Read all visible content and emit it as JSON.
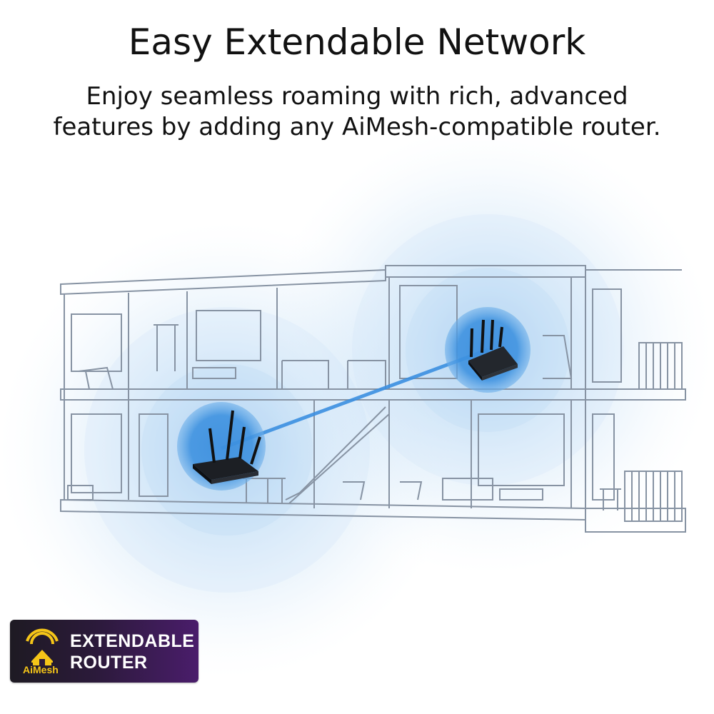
{
  "header": {
    "title": "Easy Extendable Network",
    "subtitle_line1": "Enjoy seamless roaming with rich, advanced",
    "subtitle_line2": "features by adding any AiMesh-compatible router."
  },
  "badge": {
    "line1": "EXTENDABLE",
    "line2": "ROUTER",
    "logo_text": "AiMesh",
    "icon": "aimesh-house-wifi-icon"
  },
  "colors": {
    "coverage_blue": "#7fb6e6",
    "badge_gold": "#f5c518",
    "badge_bg": "#3a1a52",
    "sketch_line": "#8a97a8"
  },
  "illustration": {
    "description_icons": [
      "main-router-icon",
      "node-router-icon",
      "mesh-link-line"
    ]
  }
}
